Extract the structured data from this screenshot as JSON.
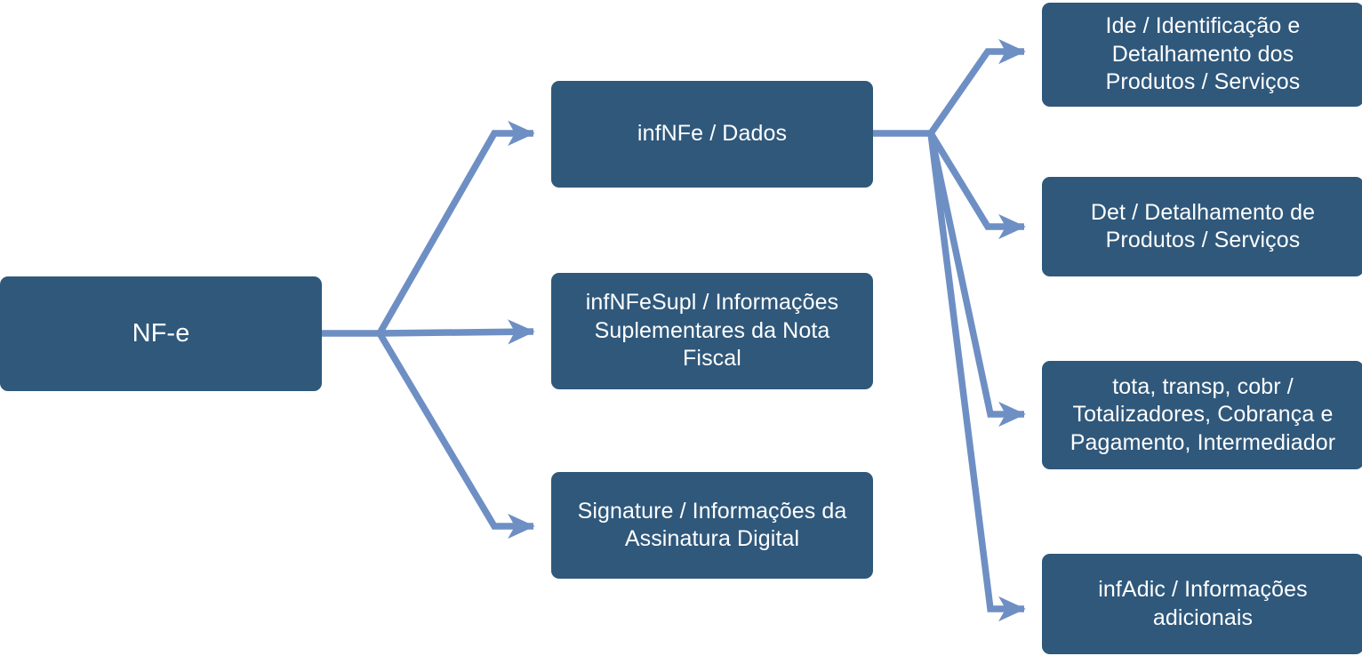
{
  "diagram": {
    "title": "NF-e XML structure tree",
    "type": "tree",
    "orientation": "left-to-right",
    "colors": {
      "node_fill": "#2F587B",
      "node_text": "#FFFFFF",
      "connector": "#6E8FC4",
      "background": "#FFFFFF"
    },
    "root": {
      "id": "nfe",
      "label": "NF-e"
    },
    "level2": [
      {
        "id": "infnfe",
        "label": "infNFe / Dados"
      },
      {
        "id": "infnfesupl",
        "label": "infNFeSupl / Informações\nSuplementares da Nota\nFiscal"
      },
      {
        "id": "signature",
        "label": "Signature / Informações da\nAssinatura Digital"
      }
    ],
    "level3": [
      {
        "id": "ide",
        "label": "Ide / Identificação e\nDetalhamento dos\nProdutos / Serviços"
      },
      {
        "id": "det",
        "label": "Det / Detalhamento de\nProdutos / Serviços"
      },
      {
        "id": "tota",
        "label": "tota, transp, cobr /\nTotalizadores, Cobrança e\nPagamento, Intermediador"
      },
      {
        "id": "infadic",
        "label": "infAdic / Informações\nadicionais"
      }
    ],
    "edges": [
      {
        "from": "nfe",
        "to": "infnfe"
      },
      {
        "from": "nfe",
        "to": "infnfesupl"
      },
      {
        "from": "nfe",
        "to": "signature"
      },
      {
        "from": "infnfe",
        "to": "ide"
      },
      {
        "from": "infnfe",
        "to": "det"
      },
      {
        "from": "infnfe",
        "to": "tota"
      },
      {
        "from": "infnfe",
        "to": "infadic"
      }
    ]
  }
}
